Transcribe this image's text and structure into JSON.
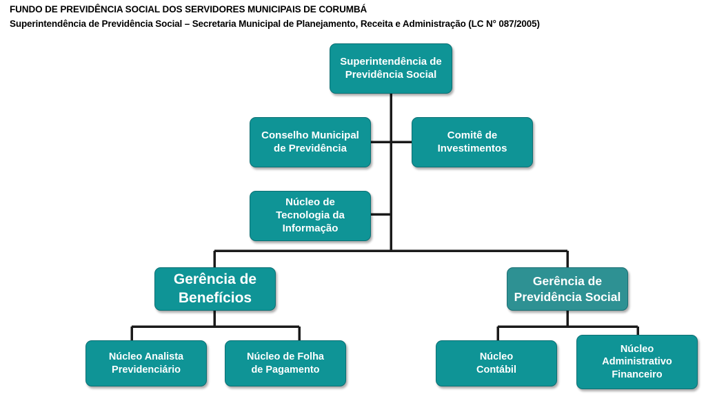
{
  "header": {
    "line1": "FUNDO DE PREVIDÊNCIA SOCIAL DOS SERVIDORES MUNICIPAIS DE CORUMBÁ",
    "line2": "Superintendência de Previdência Social – Secretaria Municipal de Planejamento, Receita e Administração (LC N° 087/2005)"
  },
  "colors": {
    "box_fill": "#0f9496",
    "box_fill_light": "#2e9193",
    "box_border": "#0c6f73",
    "box_text": "#ffffff",
    "connector": "#1a1a1a",
    "header_text": "#000000",
    "background": "#ffffff"
  },
  "chart_data": {
    "type": "diagram",
    "title": "FUNDO DE PREVIDÊNCIA SOCIAL DOS SERVIDORES MUNICIPAIS DE CORUMBÁ",
    "subtitle": "Superintendência de Previdência Social – Secretaria Municipal de Planejamento, Receita e Administração (LC N° 087/2005)",
    "nodes": [
      {
        "id": "superintendencia",
        "label": "Superintendência de\nPrevidência Social",
        "level": 0,
        "parent": null
      },
      {
        "id": "conselho",
        "label": "Conselho Municipal\nde Previdência",
        "level": 1,
        "parent": "superintendencia"
      },
      {
        "id": "comite",
        "label": "Comitê de\nInvestimentos",
        "level": 1,
        "parent": "superintendencia"
      },
      {
        "id": "nti",
        "label": "Núcleo de\nTecnologia da\nInformação",
        "level": 2,
        "parent": "superintendencia"
      },
      {
        "id": "gerencia-beneficios",
        "label": "Gerência de\nBenefícios",
        "level": 3,
        "parent": "superintendencia"
      },
      {
        "id": "gerencia-previdencia",
        "label": "Gerência de\nPrevidência Social",
        "level": 3,
        "parent": "superintendencia"
      },
      {
        "id": "nucleo-analista",
        "label": "Núcleo Analista\nPrevidenciário",
        "level": 4,
        "parent": "gerencia-beneficios"
      },
      {
        "id": "nucleo-folha",
        "label": "Núcleo de Folha\nde Pagamento",
        "level": 4,
        "parent": "gerencia-beneficios"
      },
      {
        "id": "nucleo-contabil",
        "label": "Núcleo\nContábil",
        "level": 4,
        "parent": "gerencia-previdencia"
      },
      {
        "id": "nucleo-administrativo",
        "label": "Núcleo\nAdministrativo\nFinanceiro",
        "level": 4,
        "parent": "gerencia-previdencia"
      }
    ]
  },
  "nodes": {
    "superintendencia": {
      "label": "Superintendência de\nPrevidência Social"
    },
    "conselho": {
      "label": "Conselho Municipal\nde Previdência"
    },
    "comite": {
      "label": "Comitê de\nInvestimentos"
    },
    "nti": {
      "label": "Núcleo de\nTecnologia da\nInformação"
    },
    "gerencia_beneficios": {
      "label": "Gerência de\nBenefícios"
    },
    "gerencia_previdencia": {
      "label": "Gerência de\nPrevidência Social"
    },
    "nucleo_analista": {
      "label": "Núcleo Analista\nPrevidenciário"
    },
    "nucleo_folha": {
      "label": "Núcleo de Folha\nde Pagamento"
    },
    "nucleo_contabil": {
      "label": "Núcleo\nContábil"
    },
    "nucleo_administrativo": {
      "label": "Núcleo\nAdministrativo\nFinanceiro"
    }
  }
}
